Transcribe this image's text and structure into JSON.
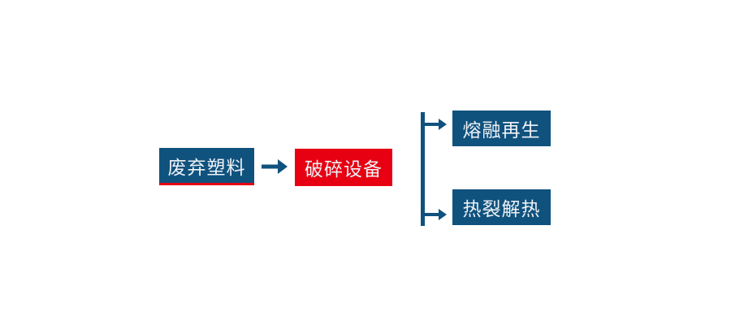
{
  "diagram": {
    "type": "flowchart",
    "background": "#ffffff",
    "colors": {
      "node_blue": "#10527e",
      "node_red": "#e60012",
      "connector": "#0f527e",
      "text": "#eef2f6",
      "accent_underline": "#e60012"
    },
    "nodes": [
      {
        "id": "waste-plastic",
        "label": "废弃塑料",
        "fill": "node_blue",
        "accent_bottom": true
      },
      {
        "id": "crushing-equipment",
        "label": "破碎设备",
        "fill": "node_red",
        "accent_bottom": false
      },
      {
        "id": "melt-regeneration",
        "label": "熔融再生",
        "fill": "node_blue",
        "accent_bottom": false
      },
      {
        "id": "thermal-pyrolysis",
        "label": "热裂解热",
        "fill": "node_blue",
        "accent_bottom": false
      }
    ],
    "edges": [
      {
        "from": "waste-plastic",
        "to": "crushing-equipment",
        "style": "arrow"
      },
      {
        "from": "crushing-equipment",
        "to": "melt-regeneration",
        "style": "branch-arrow"
      },
      {
        "from": "crushing-equipment",
        "to": "thermal-pyrolysis",
        "style": "branch-arrow"
      }
    ]
  }
}
